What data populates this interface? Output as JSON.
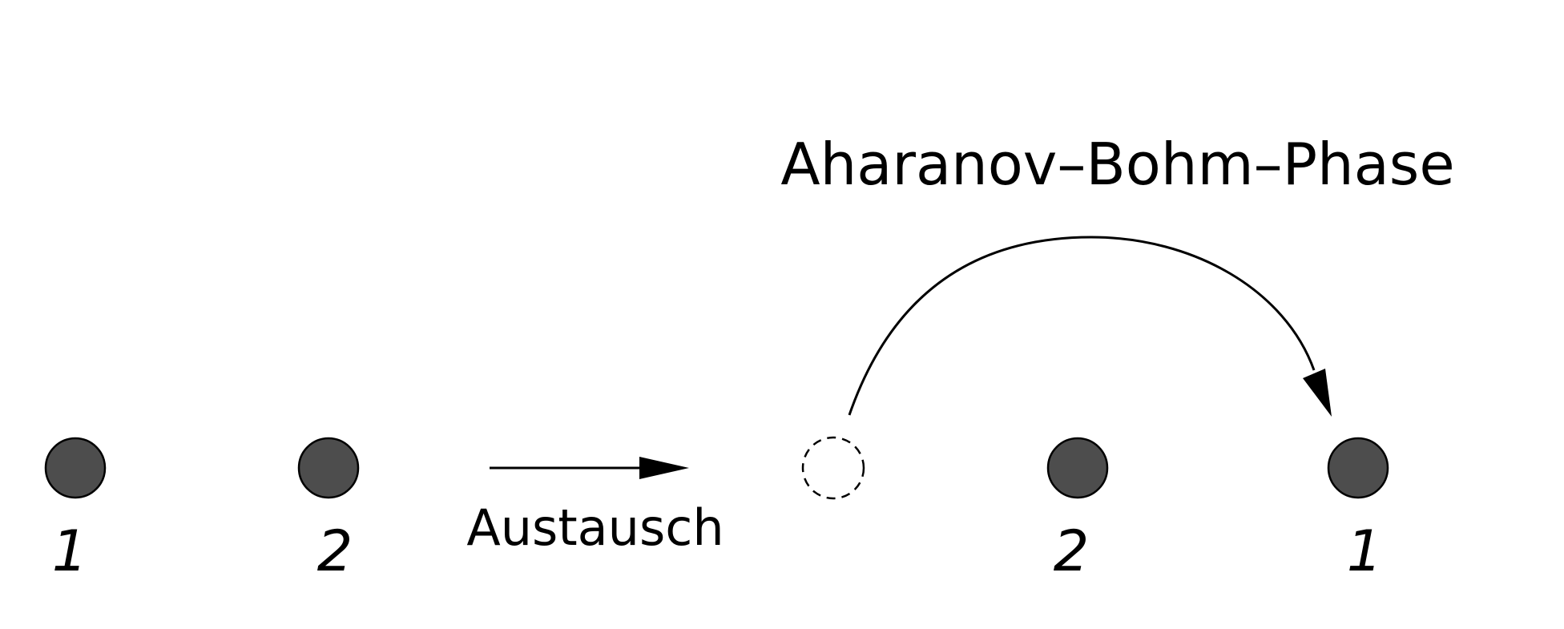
{
  "diagram": {
    "title": "Aharanov–Bohm–Phase",
    "exchange_label": "Austausch",
    "before": {
      "particle_a_label": "1",
      "particle_b_label": "2"
    },
    "after": {
      "particle_b_label": "2",
      "particle_a_label": "1"
    }
  },
  "colors": {
    "particle_fill": "#4d4d4d",
    "stroke": "#000000",
    "background": "#ffffff"
  }
}
